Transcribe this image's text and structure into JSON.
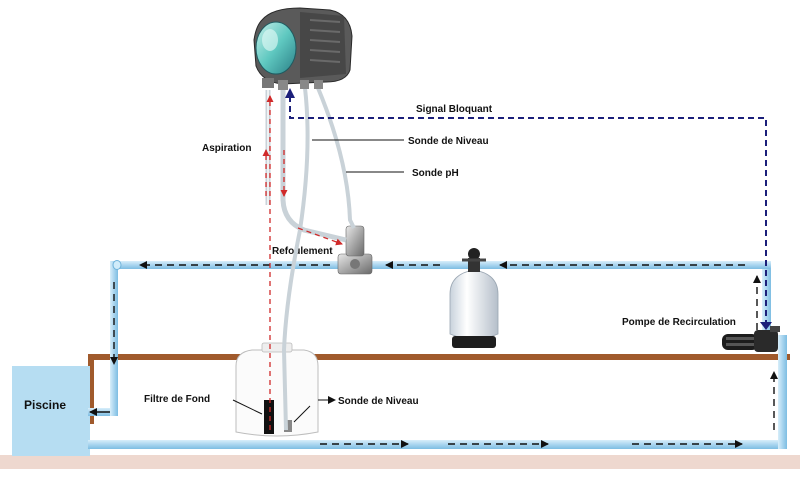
{
  "labels": {
    "signal_bloquant": "Signal Bloquant",
    "sonde_niveau_top": "Sonde de Niveau",
    "sonde_ph": "Sonde pH",
    "aspiration": "Aspiration",
    "refoulement": "Refoulement",
    "pompe_recirculation": "Pompe de Recirculation",
    "piscine": "Piscine",
    "filtre_de_fond": "Filtre de Fond",
    "sonde_niveau_tank": "Sonde de Niveau"
  },
  "colors": {
    "pipe": "#aad6ee",
    "pipe_edge": "#6fb3da",
    "floor": "#a05a2c",
    "ground_band": "#eed8cf",
    "pool_water": "#b6ddf2",
    "signal_line": "#1b1f7a",
    "dosing_line": "#d02a2a",
    "flow_arrow": "#111111"
  }
}
